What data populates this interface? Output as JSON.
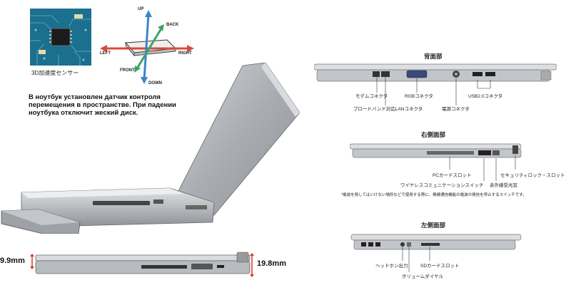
{
  "sensor": {
    "caption": "3D加速度センサー",
    "arrows": {
      "up": "UP",
      "down": "DOWN",
      "left": "LEFT",
      "right": "RIGHT",
      "back": "BACK",
      "front": "FRONT"
    }
  },
  "russian_text": "В ноутбук установлен датчик  контроля перемещения в пространстве. При падении ноутбука отключит жеский диск.",
  "dimensions": {
    "thin": "9.9mm",
    "thick": "19.8mm"
  },
  "rear": {
    "title": "背面部",
    "labels": {
      "modem": "モデムコネクタ",
      "rgb": "RGBコネクタ",
      "usb": "USB2.0コネクタ",
      "lan": "ブロードバンド対応LANコネクタ",
      "power": "電源コネクタ"
    }
  },
  "right": {
    "title": "右側面部",
    "labels": {
      "pc_card": "PCカードスロット",
      "security": "セキュリティロック・スロット",
      "wireless": "ワイヤレスコミュニケーションスイッチ",
      "infrared": "赤外線受光窓"
    },
    "note": "*電波を発してはいけない場所などで使用する際に、無線通信機能の電波の発信を停止するスイッチです。"
  },
  "left": {
    "title": "左側面部",
    "labels": {
      "headphone": "ヘッドホン出力",
      "sd": "SDカードスロット",
      "volume": "ボリュームダイヤル"
    }
  },
  "colors": {
    "red_arrow": "#d94a3a",
    "blue_arrow": "#3a86c8",
    "green_arrow": "#3aa56a",
    "pcb": "#1a6c8c"
  }
}
